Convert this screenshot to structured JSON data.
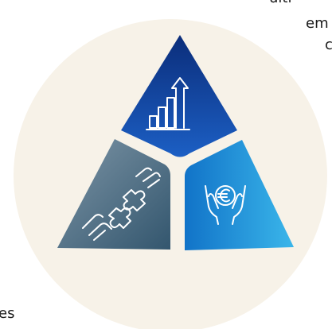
{
  "fragments": {
    "top_right_partial": "ulti",
    "right_partial_1": "em",
    "right_partial_2": "c",
    "bottom_left_partial": "es"
  },
  "icons": {
    "top": "growth-chart-arrow-icon",
    "left": "handshake-puzzle-icon",
    "right": "hands-holding-euro-coin-icon"
  },
  "colors": {
    "circle_bg": "#f7f2e8",
    "top_dark": "#0b2d7a",
    "top_light": "#1c5fc4",
    "left_light": "#7d95a6",
    "left_dark": "#33566e",
    "right_dark": "#1173c8",
    "right_light": "#3ab6ea",
    "icon_stroke": "#ffffff"
  }
}
